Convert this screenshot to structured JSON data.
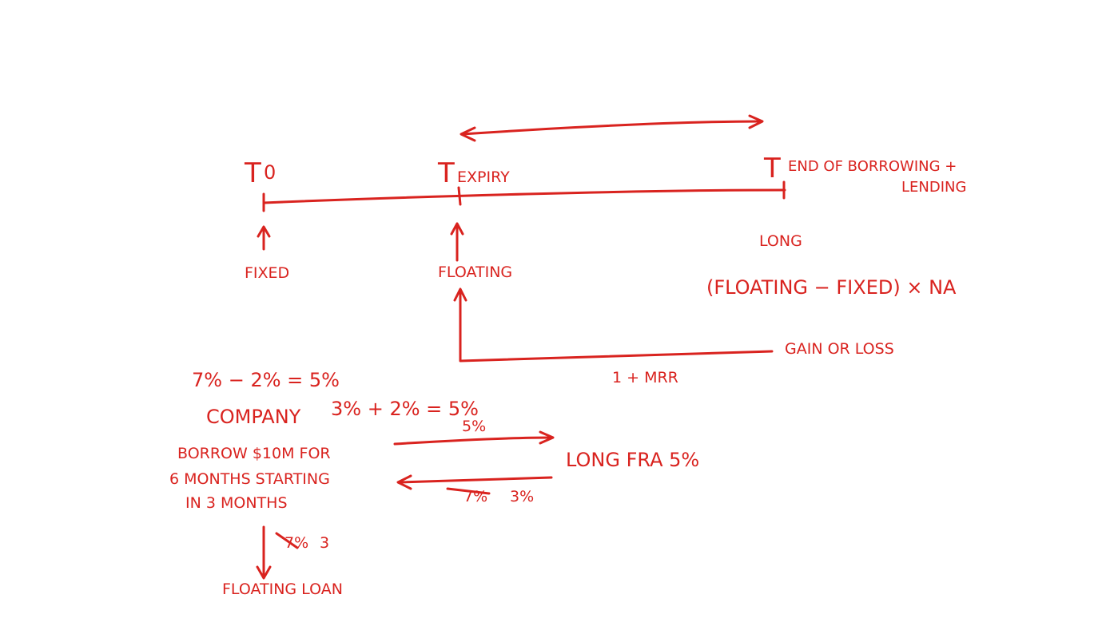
{
  "ink_color": "#d9231f",
  "background_color": "#ffffff",
  "timeline": {
    "t0_label": "T",
    "t0_subscript": "0",
    "texpiry_label": "T",
    "texpiry_subscript": "EXPIRY",
    "tend_label": "T",
    "tend_subscript_line1": "END OF BORROWING +",
    "tend_subscript_line2": "LENDING",
    "fixed_label": "FIXED",
    "floating_label": "FLOATING",
    "long_label": "LONG",
    "formula": "(FLOATING − FIXED) × NA",
    "gain_loss_label": "GAIN OR LOSS",
    "discount_label": "1 + MRR"
  },
  "example": {
    "calc1": "7% − 2% = 5%",
    "company_label": "COMPANY",
    "calc2": "3% + 2% = 5%",
    "calc2_result": "5%",
    "borrow_line1": "BORROW $10M FOR",
    "borrow_line2": "6 MONTHS STARTING",
    "borrow_line3": "IN 3 MONTHS",
    "long_fra": "LONG FRA 5%",
    "return_rate_struck": "7%",
    "return_rate": "3%",
    "floating_rate_struck": "7%",
    "floating_rate": "3",
    "floating_loan": "FLOATING LOAN"
  }
}
